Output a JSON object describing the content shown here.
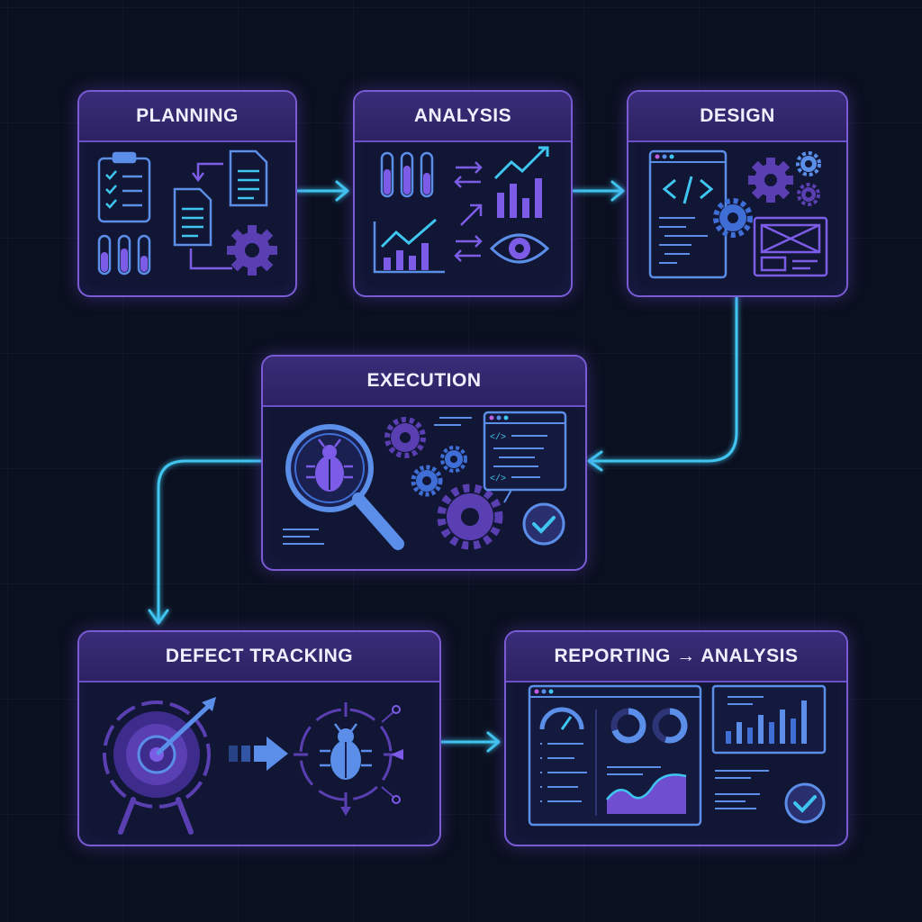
{
  "stages": {
    "planning": {
      "title": "PLANNING"
    },
    "analysis": {
      "title": "ANALYSIS"
    },
    "design": {
      "title": "DESIGN"
    },
    "execution": {
      "title": "EXECUTION"
    },
    "defect_tracking": {
      "title": "DEFECT TRACKING"
    },
    "reporting": {
      "title": "REPORTING → ANALYSIS"
    }
  },
  "icons": {
    "planning": [
      "clipboard-checklist-icon",
      "document-icon",
      "document-icon",
      "test-tube-icon",
      "gear-icon"
    ],
    "analysis": [
      "test-tube-icon",
      "bar-chart-icon",
      "line-chart-icon",
      "arrows-icon",
      "eye-icon"
    ],
    "design": [
      "code-window-icon",
      "gear-icon",
      "wireframe-icon"
    ],
    "execution": [
      "magnifier-bug-icon",
      "gear-icon",
      "code-window-icon",
      "check-circle-icon"
    ],
    "defect_tracking": [
      "target-arrow-icon",
      "arrow-right-icon",
      "bug-target-icon"
    ],
    "reporting": [
      "dashboard-window-icon",
      "gauge-icon",
      "donut-chart-icon",
      "area-chart-icon",
      "bar-chart-icon",
      "check-circle-icon"
    ]
  },
  "colors": {
    "background": "#0b1020",
    "card_border": "#7a5bd6",
    "header": "#3a2c79",
    "accent_cyan": "#3fc6f0",
    "accent_purple": "#7c5ce6",
    "icon_blue": "#5b8ee8"
  }
}
